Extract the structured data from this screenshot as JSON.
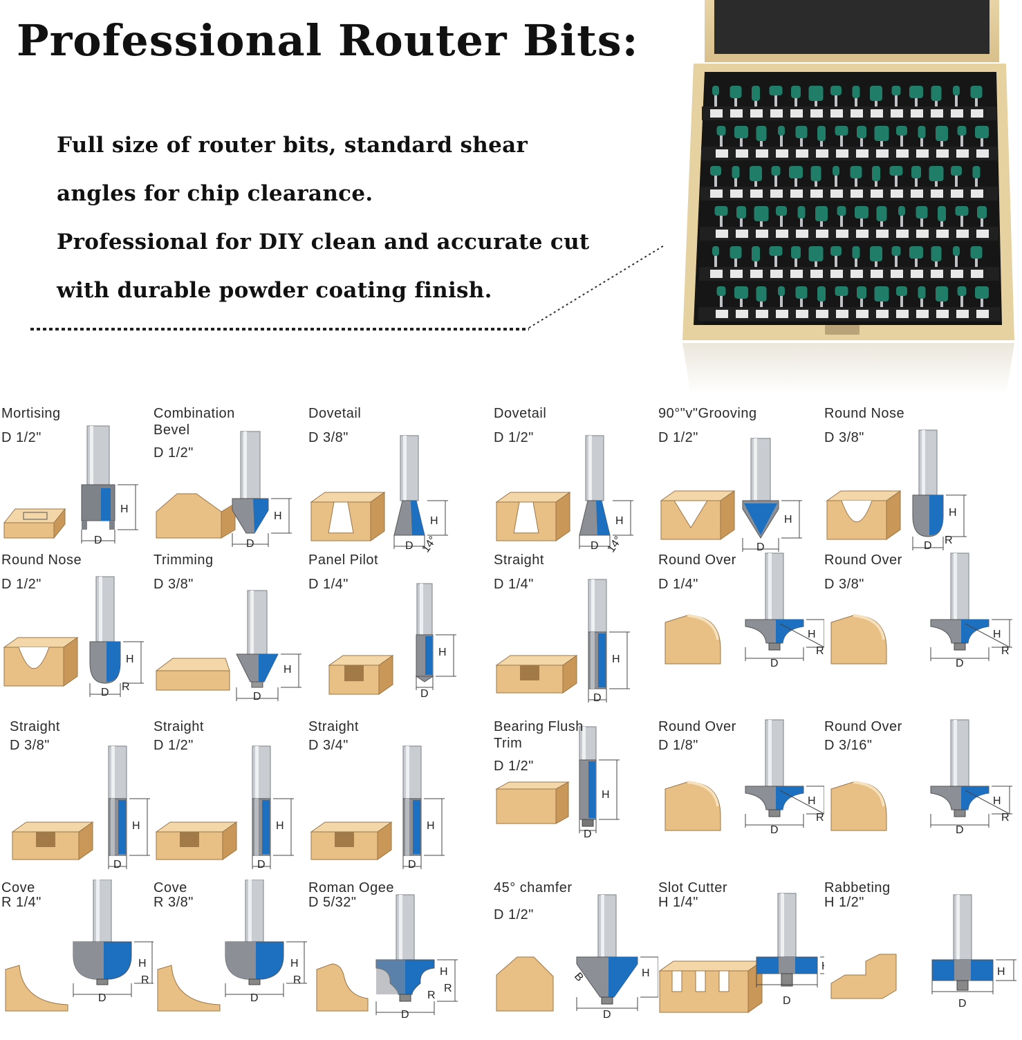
{
  "headline": "Professional Router Bits:",
  "description": {
    "line1": "Full size of router bits, standard shear",
    "line2": "angles for chip clearance.",
    "line3": "Professional for DIY clean and accurate cut",
    "line4": "with durable powder coating finish."
  },
  "colors": {
    "blue": "#1d6fc0",
    "wood": "#e8bf85",
    "steel": "#c9ccd0",
    "box_wood": "#ead7ad",
    "bit_green": "#1f7d68"
  },
  "bits": [
    {
      "name": "Mortising",
      "size": "D 1/2\"",
      "shape": "mortise"
    },
    {
      "name": "Combination\nBevel",
      "size": "D 1/2\"",
      "shape": "bevel"
    },
    {
      "name": "Dovetail",
      "size": "D 3/8\"",
      "shape": "dovetail",
      "angle": "14°"
    },
    {
      "name": "Dovetail",
      "size": "D 1/2\"",
      "shape": "dovetail",
      "angle": "14°"
    },
    {
      "name": "90°\"v\"Grooving",
      "size": "D 1/2\"",
      "shape": "vgroove"
    },
    {
      "name": "Round Nose",
      "size": "D 3/8\"",
      "shape": "roundnose"
    },
    {
      "name": "Round Nose",
      "size": "D 1/2\"",
      "shape": "roundnose"
    },
    {
      "name": "Trimming",
      "size": "D 3/8\"",
      "shape": "trimming"
    },
    {
      "name": "Panel Pilot",
      "size": "D 1/4\"",
      "shape": "panelpilot"
    },
    {
      "name": "Straight",
      "size": "D 1/4\"",
      "shape": "straight"
    },
    {
      "name": "Round Over",
      "size": "D 1/4\"",
      "shape": "roundover"
    },
    {
      "name": "Round Over",
      "size": "D 3/8\"",
      "shape": "roundover"
    },
    {
      "name": "Straight",
      "size": "D 3/8\"",
      "shape": "straight"
    },
    {
      "name": "Straight",
      "size": "D 1/2\"",
      "shape": "straight"
    },
    {
      "name": "Straight",
      "size": "D 3/4\"",
      "shape": "straight"
    },
    {
      "name": "Bearing Flush\nTrim",
      "size": "D 1/2\"",
      "shape": "flush"
    },
    {
      "name": "Round Over",
      "size": "D 1/8\"",
      "shape": "roundover"
    },
    {
      "name": "Round Over",
      "size": "D 3/16\"",
      "shape": "roundover"
    },
    {
      "name": "Cove",
      "size": "R 1/4\"",
      "shape": "cove"
    },
    {
      "name": "Cove",
      "size": "R 3/8\"",
      "shape": "cove"
    },
    {
      "name": "Roman Ogee",
      "size": "D 5/32\"",
      "shape": "ogee"
    },
    {
      "name": "45° chamfer",
      "size": "D 1/2\"",
      "shape": "chamfer"
    },
    {
      "name": "Slot Cutter",
      "size": "H 1/4\"",
      "shape": "slot"
    },
    {
      "name": "Rabbeting",
      "size": "H 1/2\"",
      "shape": "rabbet"
    }
  ]
}
